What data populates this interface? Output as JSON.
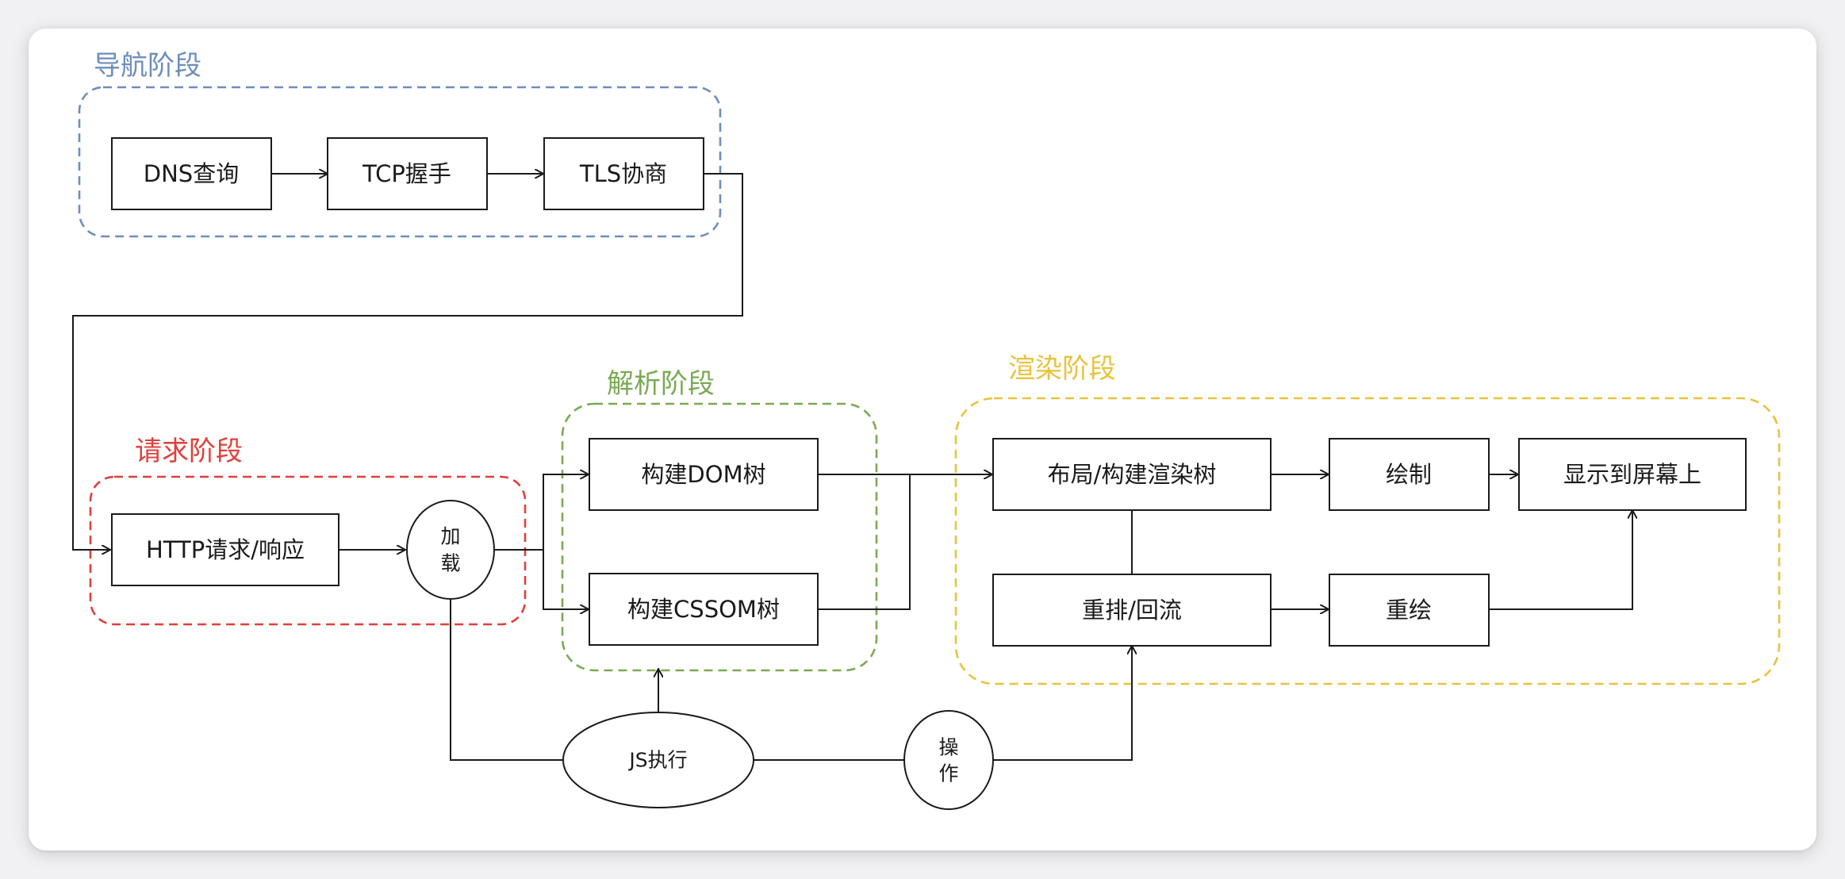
{
  "groups": {
    "navigation": {
      "label": "导航阶段",
      "color": "#6c8ebf"
    },
    "request": {
      "label": "请求阶段",
      "color": "#e0403a"
    },
    "parse": {
      "label": "解析阶段",
      "color": "#7aaa52"
    },
    "render": {
      "label": "渲染阶段",
      "color": "#e8c33c"
    }
  },
  "nodes": {
    "dns": "DNS查询",
    "tcp": "TCP握手",
    "tls": "TLS协商",
    "http": "HTTP请求/响应",
    "load_line1": "加",
    "load_line2": "载",
    "dom": "构建DOM树",
    "cssom": "构建CSSOM树",
    "layout": "布局/构建渲染树",
    "paint": "绘制",
    "display": "显示到屏幕上",
    "reflow": "重排/回流",
    "repaint": "重绘",
    "js": "JS执行",
    "operate_line1": "操",
    "operate_line2": "作"
  }
}
